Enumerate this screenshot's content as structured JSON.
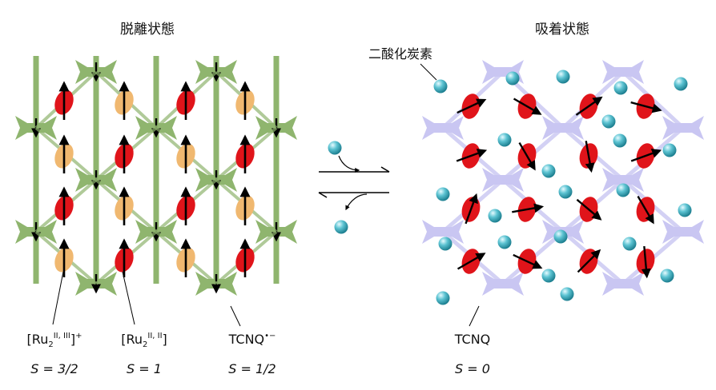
{
  "left_panel": {
    "title": "脱離状態",
    "labels": [
      {
        "name": "[Ru",
        "sub": "2",
        "sup": "II, III",
        "tail": "]",
        "tail_sup": "+",
        "spin": "S = 3/2"
      },
      {
        "name": "[Ru",
        "sub": "2",
        "sup": "II, II",
        "tail": "]",
        "tail_sup": "",
        "spin": "S = 1"
      },
      {
        "name": "TCNQ",
        "sup": "•−",
        "spin": "S = 1/2"
      }
    ]
  },
  "right_panel": {
    "title": "吸着状態",
    "co2_label": "二酸化炭素",
    "tcnq_label": "TCNQ",
    "spin": "S = 0"
  },
  "colors": {
    "tcnq_reduced": "#8fb56e",
    "tcnq_neutral": "#c9c6f2",
    "ru_red": "#e0141a",
    "ru_orange": "#f0b870",
    "co2": "#49b3c4",
    "arrow": "#000000"
  }
}
